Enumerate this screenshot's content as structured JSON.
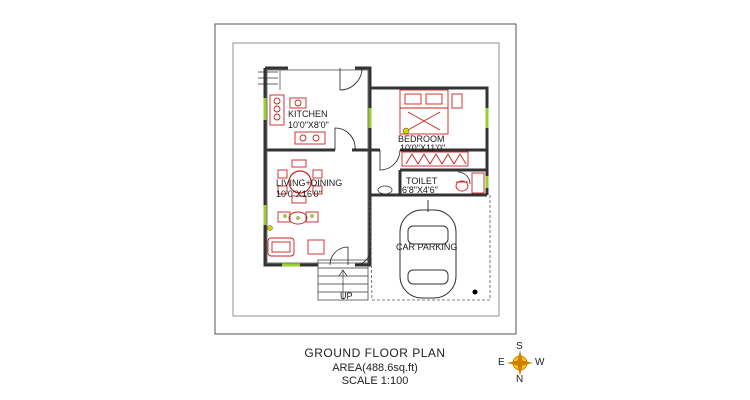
{
  "drawing": {
    "title": "GROUND FLOOR PLAN",
    "area": "AREA(488.6sq.ft)",
    "scale": "SCALE 1:100"
  },
  "rooms": {
    "kitchen": {
      "name": "KITCHEN",
      "size": "10'0\"X8'0\""
    },
    "bedroom": {
      "name": "BEDROOM",
      "size": "10'0\"X11'0\""
    },
    "living": {
      "name": "LIVING+DINING",
      "size": "10'0\"X16'0\""
    },
    "toilet": {
      "name": "TOILET",
      "size": "6'8\"X4'6\""
    },
    "parking": {
      "name": "CAR PARKING"
    },
    "stairs": {
      "label": "UP"
    }
  },
  "compass": {
    "s": "S",
    "e": "E",
    "w": "W",
    "n": "N"
  },
  "colors": {
    "wall": "#333333",
    "furniture": "#cc2222",
    "window": "#9acd32",
    "door": "#222222"
  }
}
